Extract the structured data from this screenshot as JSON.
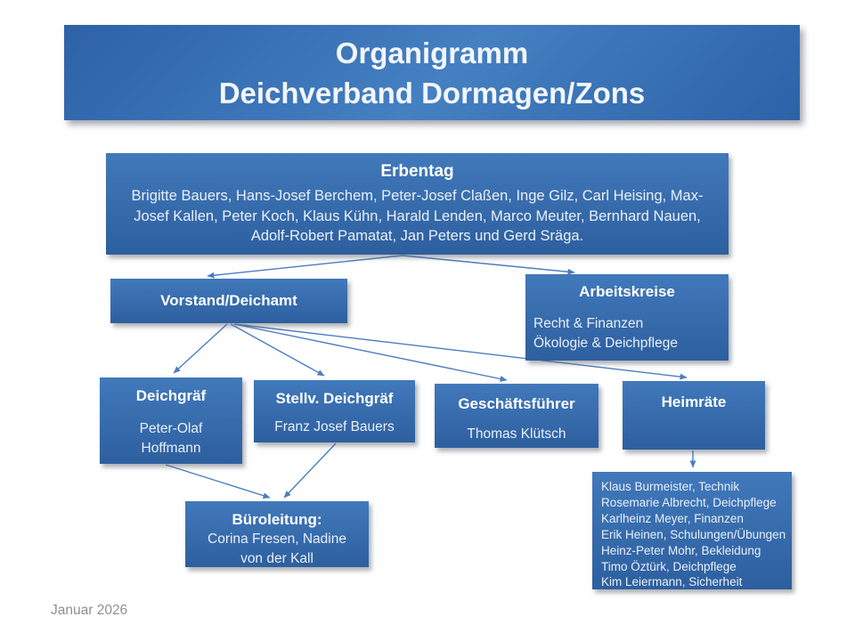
{
  "banner": {
    "line1": "Organigramm",
    "line2": "Deichverband Dormagen/Zons"
  },
  "erbentag": {
    "title": "Erbentag",
    "members": "Brigitte Bauers, Hans-Josef Berchem, Peter-Josef Claßen, Inge Gilz, Carl Heising, Max-Josef Kallen, Peter Koch, Klaus Kühn, Harald Lenden, Marco Meuter, Bernhard Nauen, Adolf-Robert Pamatat, Jan Peters und Gerd Sräga."
  },
  "vorstand": {
    "title": "Vorstand/Deichamt"
  },
  "arbeitskreise": {
    "title": "Arbeitskreise",
    "line1": "Recht & Finanzen",
    "line2": "Ökologie & Deichpflege"
  },
  "deichgraef": {
    "title": "Deichgräf",
    "name": "Peter-Olaf Hoffmann"
  },
  "stellv_deichgraef": {
    "title": "Stellv. Deichgräf",
    "name": "Franz Josef Bauers"
  },
  "geschaeftsfuehrer": {
    "title": "Geschäftsführer",
    "name": "Thomas Klütsch"
  },
  "heimraete": {
    "title": "Heimräte"
  },
  "bueroleitung": {
    "title": "Büroleitung:",
    "names": "Corina Fresen, Nadine von der Kall"
  },
  "heimraete_liste": {
    "items": [
      "Klaus Burmeister, Technik",
      "Rosemarie Albrecht, Deichpflege",
      "Karlheinz Meyer, Finanzen",
      "Erik Heinen, Schulungen/Übungen",
      "Heinz-Peter Mohr, Bekleidung",
      "Timo Öztürk, Deichpflege",
      "Kim Leiermann, Sicherheit"
    ]
  },
  "footer": {
    "date": "Januar 2026"
  },
  "colors": {
    "box_top": "#4179bb",
    "box_bottom": "#2d5f9e",
    "banner_dark": "#2d62a7",
    "banner_light": "#4480c2",
    "arrow": "#4d7dc1",
    "heading_text": "#ffffff",
    "body_text": "#e9eff8",
    "footer_text": "#8f8f8f",
    "bg": "#ffffff"
  }
}
